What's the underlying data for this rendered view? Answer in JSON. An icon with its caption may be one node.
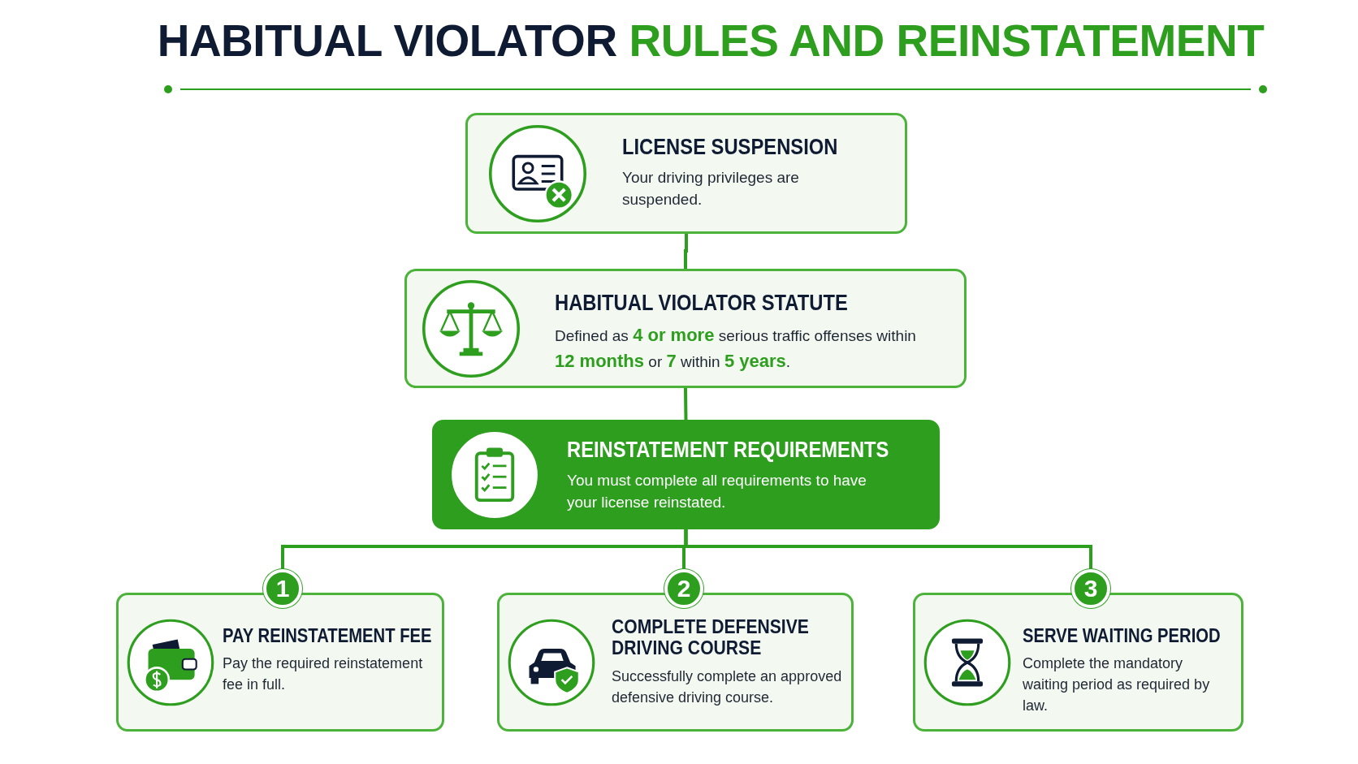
{
  "diagram": {
    "title": "HABITUAL VIOLATOR **RULES AND REINSTATEMENT**",
    "nodes": [
      {
        "text": [
          "LICENSE SUSPENSION",
          "Your driving privileges are suspended."
        ]
      },
      {
        "text": [
          "HABITUAL VIOLATOR STATUTE",
          "Defined as **4 or more** serious traffic offenses within **12 months** or **7** within **5 years**."
        ]
      },
      {
        "text": [
          "REINSTATEMENT REQUIREMENTS",
          "You must complete all requirements to have your license reinstated."
        ]
      },
      {
        "text": [
          "1"
        ]
      },
      {
        "text": [
          "PAY REINSTATEMENT FEE",
          "Pay the required reinstatement fee in full."
        ]
      },
      {
        "text": [
          "2"
        ]
      },
      {
        "text": [
          "COMPLETE DEFENSIVE DRIVING COURSE",
          "Successfully complete an approved defensive driving course."
        ]
      },
      {
        "text": [
          "3"
        ]
      },
      {
        "text": [
          "SERVE WAITING PERIOD",
          "Complete the mandatory waiting period as required by law."
        ]
      }
    ],
    "edges": [
      {
        "from": 0,
        "to": 1,
        "arrow": "none"
      },
      {
        "from": 1,
        "to": 2,
        "arrow": "none"
      },
      {
        "from": 2,
        "to": 3,
        "arrow": "none"
      },
      {
        "from": 2,
        "to": 5,
        "arrow": "none"
      },
      {
        "from": 2,
        "to": 7,
        "arrow": "none"
      }
    ]
  }
}
